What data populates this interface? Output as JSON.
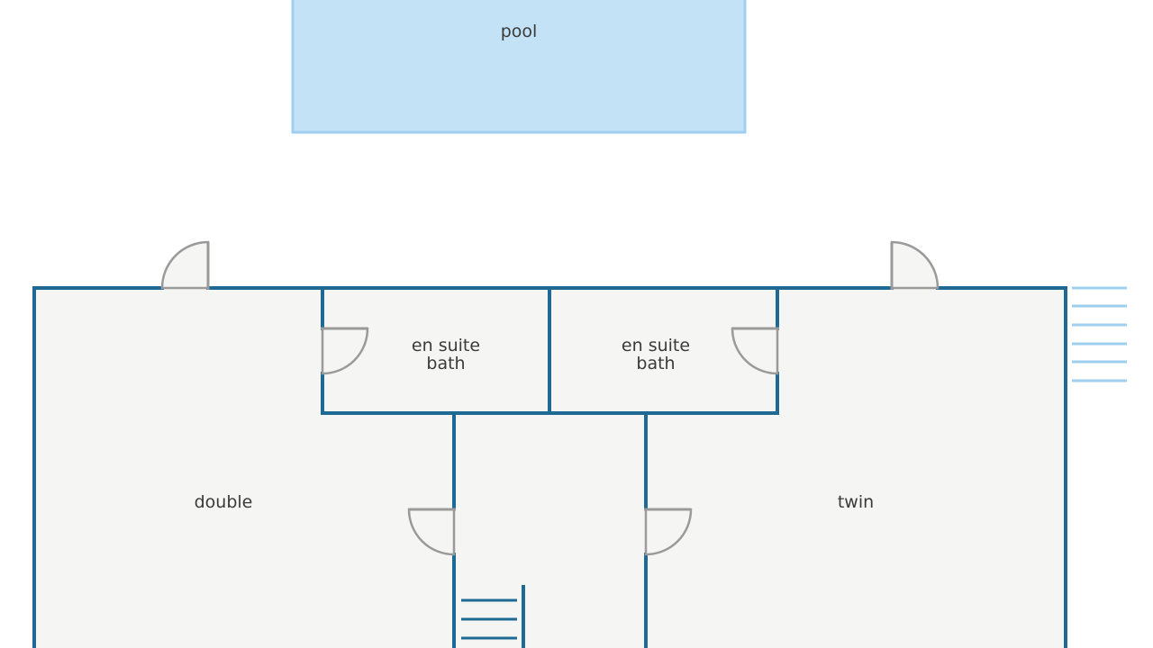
{
  "floorplan": {
    "colors": {
      "wall": "#1f6a94",
      "floor": "#f5f5f4",
      "pool_fill": "#c3e2f6",
      "pool_border": "#9fd0ef",
      "door": "#9a9a9a",
      "steps": "#9fd0ef"
    },
    "rooms": {
      "pool": "pool",
      "double": "double",
      "twin": "twin",
      "bath_left_line1": "en suite",
      "bath_left_line2": "bath",
      "bath_right_line1": "en suite",
      "bath_right_line2": "bath"
    }
  }
}
